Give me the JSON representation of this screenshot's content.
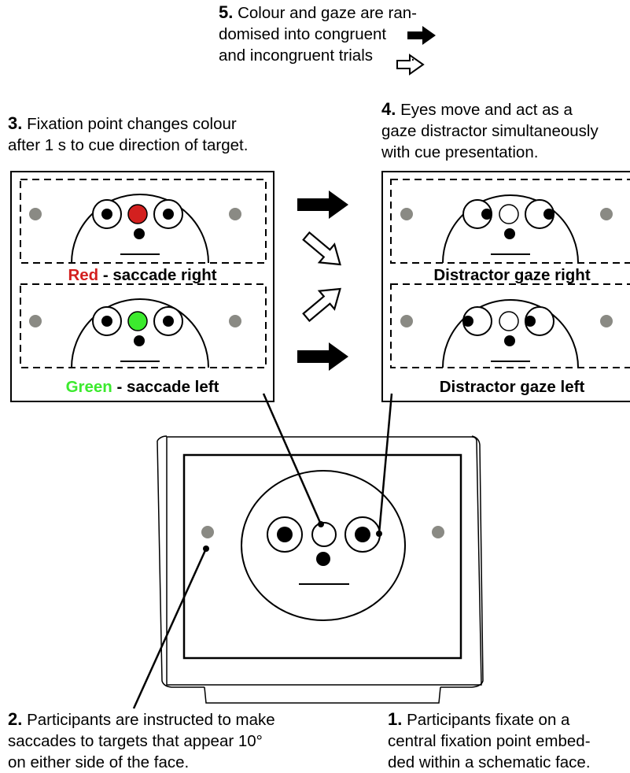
{
  "step5": {
    "num": "5.",
    "line1": "Colour and gaze are ran-",
    "line2": "domised into congruent",
    "line3": "and incongruent trials",
    "line3_end": "."
  },
  "step3": {
    "num": "3.",
    "line1": "Fixation point changes colour",
    "line2": "after 1 s to cue direction of target."
  },
  "step4": {
    "num": "4.",
    "line1": "Eyes move and act as a",
    "line2": "gaze distractor simultaneously",
    "line3": "with cue presentation."
  },
  "step2": {
    "num": "2.",
    "line1": "Participants are instructed to make",
    "line2": "saccades to targets that appear 10°",
    "line3": "on either side of the face."
  },
  "step1": {
    "num": "1.",
    "line1": "Participants fixate on a",
    "line2": "central fixation point embed-",
    "line3": "ded within a schematic face."
  },
  "left_panel": {
    "top_color_word": "Red",
    "top_rest": " - saccade right",
    "bottom_color_word": "Green",
    "bottom_rest": " - saccade left"
  },
  "right_panel": {
    "top_label": "Distractor gaze right",
    "bottom_label": "Distractor gaze left"
  },
  "colors": {
    "red": "#d3201f",
    "green": "#3cea2e",
    "target_grey": "#8a8a84"
  }
}
